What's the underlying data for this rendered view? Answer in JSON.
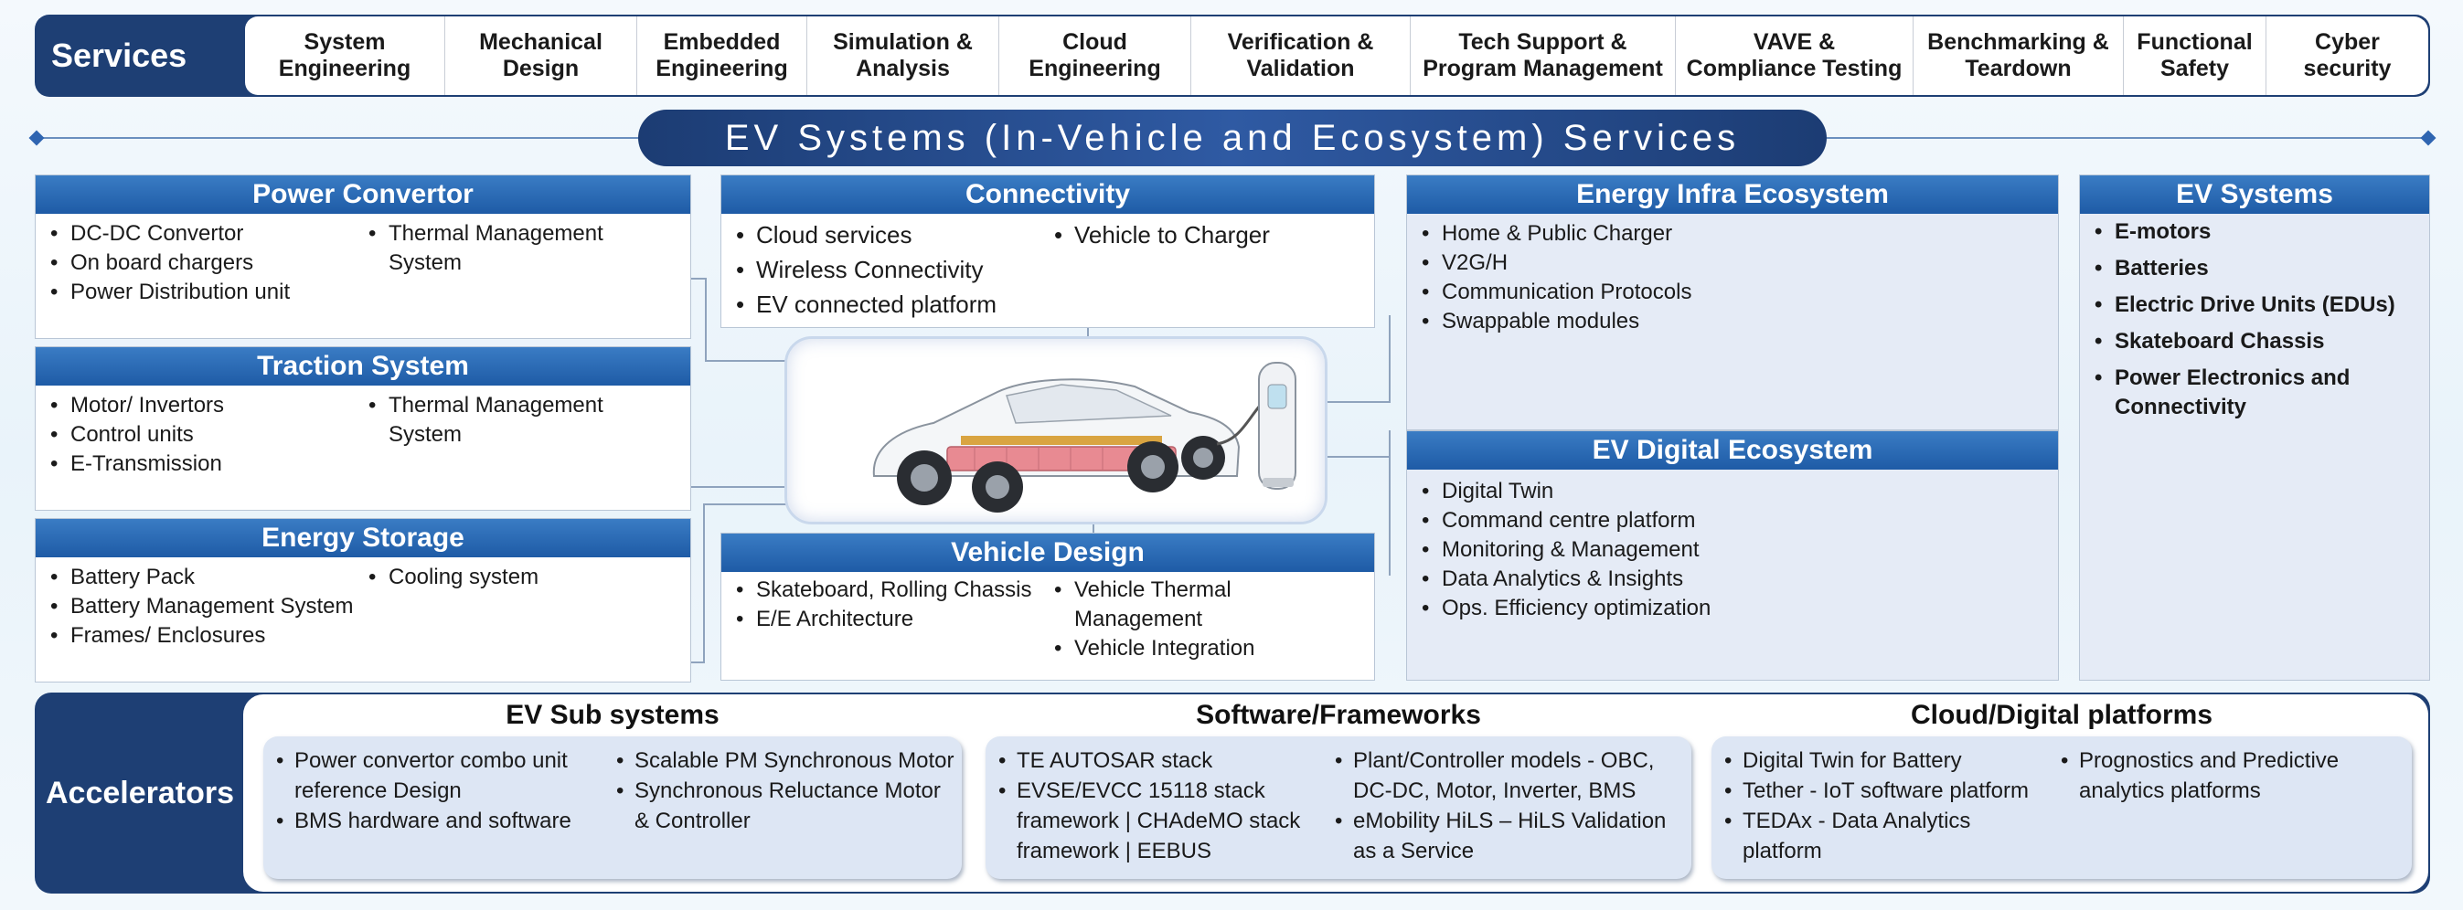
{
  "services": {
    "label": "Services",
    "tabs": [
      "System\nEngineering",
      "Mechanical\nDesign",
      "Embedded\nEngineering",
      "Simulation &\nAnalysis",
      "Cloud\nEngineering",
      "Verification &\nValidation",
      "Tech Support &\nProgram Management",
      "VAVE &\nCompliance Testing",
      "Benchmarking &\nTeardown",
      "Functional\nSafety",
      "Cyber\nsecurity"
    ]
  },
  "title": "EV Systems (In-Vehicle and Ecosystem) Services",
  "boxes": {
    "power_convertor": {
      "title": "Power Convertor",
      "col1": [
        "DC-DC Convertor",
        "On board chargers",
        "Power Distribution unit"
      ],
      "col2": [
        "Thermal Management System"
      ]
    },
    "traction": {
      "title": "Traction System",
      "col1": [
        "Motor/ Invertors",
        "Control units",
        "E-Transmission"
      ],
      "col2": [
        "Thermal Management System"
      ]
    },
    "energy_storage": {
      "title": "Energy Storage",
      "col1": [
        "Battery Pack",
        "Battery Management System",
        "Frames/ Enclosures"
      ],
      "col2": [
        "Cooling system"
      ]
    },
    "connectivity": {
      "title": "Connectivity",
      "col1": [
        "Cloud services",
        "Wireless Connectivity",
        "EV connected platform"
      ],
      "col2": [
        "Vehicle to Charger"
      ]
    },
    "vehicle_design": {
      "title": "Vehicle Design",
      "col1": [
        "Skateboard, Rolling Chassis",
        "E/E Architecture"
      ],
      "col2": [
        "Vehicle Thermal Management",
        "Vehicle Integration"
      ]
    },
    "energy_infra": {
      "title": "Energy Infra Ecosystem",
      "items": [
        "Home & Public Charger",
        "V2G/H",
        "Communication Protocols",
        "Swappable modules"
      ]
    },
    "ev_digital": {
      "title": "EV Digital Ecosystem",
      "items": [
        "Digital Twin",
        "Command centre platform",
        "Monitoring  & Management",
        "Data Analytics & Insights",
        "Ops. Efficiency optimization"
      ]
    },
    "ev_systems": {
      "title": "EV Systems",
      "items": [
        "E-motors",
        "Batteries",
        "Electric Drive Units (EDUs)",
        "Skateboard Chassis",
        "Power Electronics and Connectivity"
      ]
    }
  },
  "accelerators": {
    "label": "Accelerators",
    "groups": [
      {
        "title": "EV Sub systems",
        "col1": [
          "Power convertor combo unit reference Design",
          "BMS hardware and software"
        ],
        "col2": [
          "Scalable PM Synchronous Motor",
          "Synchronous Reluctance Motor & Controller"
        ]
      },
      {
        "title": "Software/Frameworks",
        "col1": [
          "TE AUTOSAR stack",
          "EVSE/EVCC 15118 stack framework | CHAdeMO stack framework | EEBUS"
        ],
        "col2": [
          "Plant/Controller models - OBC, DC-DC, Motor, Inverter, BMS",
          "eMobility HiLS – HiLS Validation as a Service"
        ]
      },
      {
        "title": "Cloud/Digital platforms",
        "col1": [
          "Digital Twin for Battery",
          "Tether - IoT software platform",
          "TEDAx - Data Analytics platform"
        ],
        "col2": [
          "Prognostics and Predictive analytics platforms"
        ]
      }
    ]
  },
  "colors": {
    "navy": "#1e3f74",
    "header_blue": "#2a6bb7",
    "card_fill": "#dde6f4"
  },
  "icons": [
    "ev-car-icon",
    "charging-station-icon"
  ]
}
